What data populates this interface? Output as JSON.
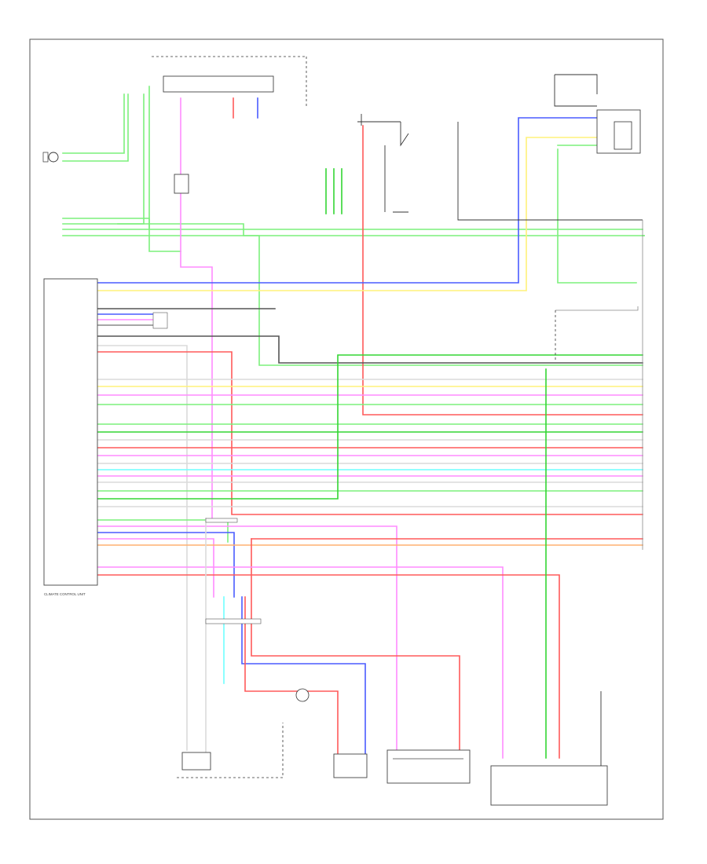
{
  "diagram": {
    "page_number": "",
    "colors": {
      "lt_green": "#7CF07C",
      "green": "#33D633",
      "red": "#FF5A5A",
      "pink": "#FF8CFF",
      "blue": "#4A5CFF",
      "yellow": "#FFF27A",
      "cyan": "#6FFFFF",
      "orange": "#FFB070",
      "gray": "#8A8A8A",
      "white": "#DADADA",
      "black": "#333333"
    },
    "components": [
      {
        "id": "climate_control_unit",
        "label": "CLIMATE CONTROL UNIT"
      },
      {
        "id": "fuse_relay_box",
        "label": ""
      },
      {
        "id": "ambient_temp_sensor",
        "label": ""
      },
      {
        "id": "powertrain_control_module",
        "label": ""
      },
      {
        "id": "blower_motor_unit",
        "label": ""
      },
      {
        "id": "evaporator_temp_sensor",
        "label": ""
      },
      {
        "id": "in_car_temp_sensor",
        "label": ""
      },
      {
        "id": "sunlight_sensor",
        "label": ""
      },
      {
        "id": "gauge_control_module",
        "label": ""
      },
      {
        "id": "gateway_unit",
        "label": ""
      }
    ]
  }
}
